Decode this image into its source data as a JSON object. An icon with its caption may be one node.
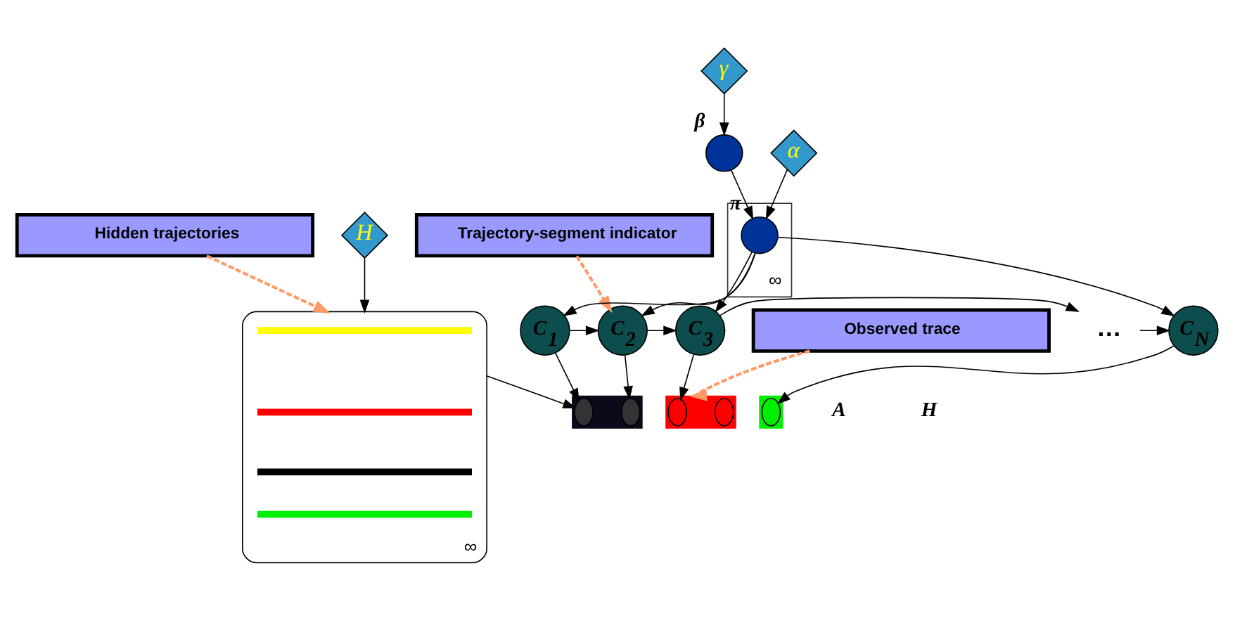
{
  "diagram": {
    "nodes": [
      {
        "text": [
          "Hidden trajectories"
        ]
      },
      {
        "text": [
          "Trajectory-segment indicator"
        ]
      },
      {
        "text": [
          "Observed trace"
        ]
      },
      {
        "text": [
          "H"
        ]
      },
      {
        "text": [
          "∞"
        ]
      },
      {
        "text": [],
        "shape": "bar",
        "in": 4
      },
      {
        "text": [],
        "shape": "bar",
        "in": 4
      },
      {
        "text": [],
        "shape": "bar",
        "in": 4
      },
      {
        "text": [],
        "shape": "bar",
        "in": 4
      },
      {
        "text": [
          "γ"
        ]
      },
      {
        "text": [],
        "shape": "circle",
        "beside": [
          "β"
        ]
      },
      {
        "text": [
          "α"
        ]
      },
      {
        "text": [
          "∞"
        ]
      },
      {
        "text": [],
        "shape": "circle",
        "beside": [
          "π"
        ],
        "in": 12
      },
      {
        "text": [
          "C$_{1}$"
        ]
      },
      {
        "text": [
          "C$_{2}$"
        ]
      },
      {
        "text": [
          "C$_{3}$"
        ]
      },
      {
        "text": [
          "…"
        ]
      },
      {
        "text": [
          "C$_{N}$"
        ]
      },
      {
        "text": [],
        "shape": "bar"
      },
      {
        "text": [],
        "shape": "ellipse",
        "in": 19
      },
      {
        "text": [],
        "shape": "ellipse",
        "in": 19
      },
      {
        "text": [],
        "shape": "bar"
      },
      {
        "text": [],
        "shape": "ellipse",
        "in": 22
      },
      {
        "text": [],
        "shape": "ellipse",
        "in": 22
      },
      {
        "text": [],
        "shape": "bar"
      },
      {
        "text": [],
        "shape": "ellipse",
        "in": 25
      }
    ],
    "edges": [
      {
        "from": 0,
        "to": 4,
        "arrow": "to",
        "style": "dashed",
        "color": "#ff9966"
      },
      {
        "from": 1,
        "to": 15,
        "arrow": "to",
        "style": "dashed",
        "color": "#ff9966"
      },
      {
        "from": 2,
        "to": 22,
        "arrow": "to",
        "style": "dashed",
        "color": "#ff9966"
      },
      {
        "from": 3,
        "to": 4,
        "arrow": "to"
      },
      {
        "from": 4,
        "to": 20,
        "arrow": "to"
      },
      {
        "from": 9,
        "to": 10,
        "arrow": "to"
      },
      {
        "from": 10,
        "to": 13,
        "arrow": "to"
      },
      {
        "from": 11,
        "to": 13,
        "arrow": "to"
      },
      {
        "from": 13,
        "to": 14,
        "arrow": "to"
      },
      {
        "from": 13,
        "to": 15,
        "arrow": "to"
      },
      {
        "from": 13,
        "to": 16,
        "arrow": "to"
      },
      {
        "from": 13,
        "to": 18,
        "arrow": "to"
      },
      {
        "from": 14,
        "to": 15,
        "arrow": "to"
      },
      {
        "from": 15,
        "to": 16,
        "arrow": "to"
      },
      {
        "from": 16,
        "to": 17,
        "arrow": "to"
      },
      {
        "from": 17,
        "to": 18,
        "arrow": "to"
      },
      {
        "from": 14,
        "to": 20,
        "arrow": "to"
      },
      {
        "from": 15,
        "to": 21,
        "arrow": "to"
      },
      {
        "from": 16,
        "to": 23,
        "arrow": "to"
      },
      {
        "from": 18,
        "to": 26,
        "arrow": "to"
      }
    ],
    "labels": [
      "A",
      "H"
    ]
  }
}
